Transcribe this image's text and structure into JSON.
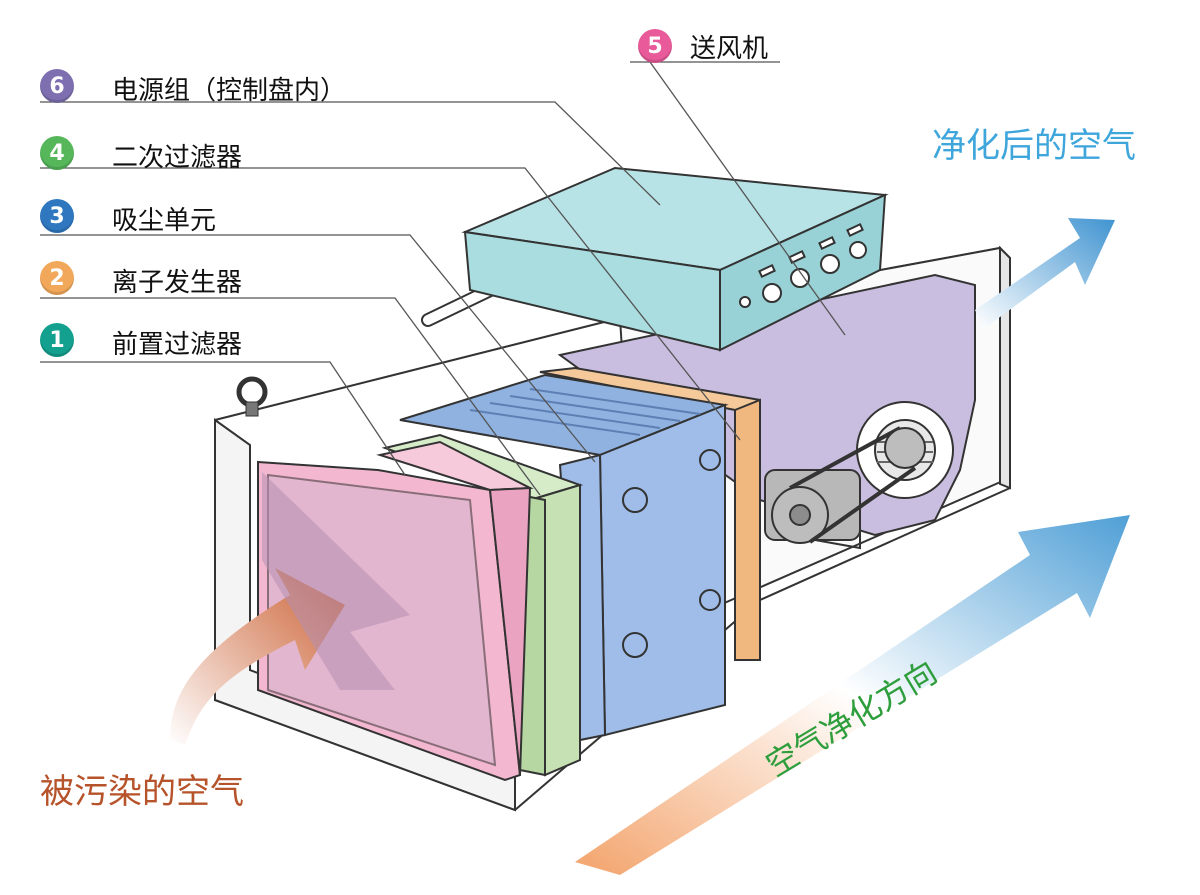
{
  "legend": [
    {
      "num": "6",
      "label": "电源组（控制盘内）",
      "color": "#7d6fb0"
    },
    {
      "num": "4",
      "label": "二次过滤器",
      "color": "#55b65a"
    },
    {
      "num": "3",
      "label": "吸尘单元",
      "color": "#2f78c0"
    },
    {
      "num": "2",
      "label": "离子发生器",
      "color": "#f2a85a"
    },
    {
      "num": "1",
      "label": "前置过滤器",
      "color": "#14a08e"
    }
  ],
  "fan": {
    "num": "5",
    "label": "送风机",
    "color": "#e85a9a"
  },
  "labels": {
    "clean_air": "净化后的空气",
    "dirty_air": "被污染的空气",
    "direction": "空气净化方向"
  },
  "colors": {
    "clean_air": "#3fa6dc",
    "dirty_air": "#b6532a",
    "direction": "#2e9e3c",
    "control_box": "#a9dde0",
    "fan_housing": "#c9bedf",
    "ion_generator": "#f6c99a",
    "collector": "#9fbde8",
    "secondary_filter": "#c6e2b4",
    "prefilter": "#f3b8d0"
  }
}
